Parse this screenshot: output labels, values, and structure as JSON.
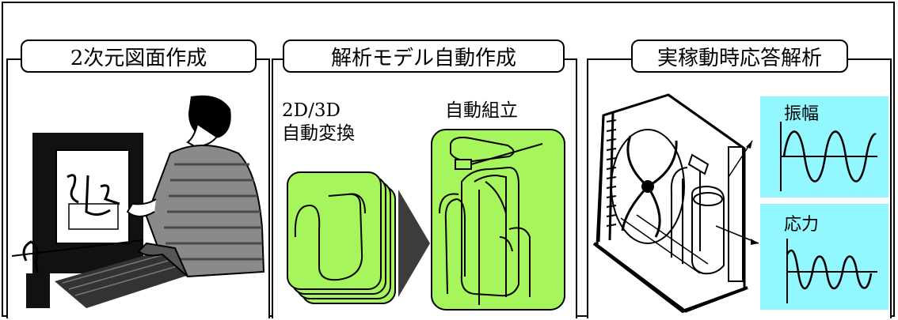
{
  "panels": [
    {
      "title": "2次元図面作成"
    },
    {
      "title": "解析モデル自動作成",
      "left_label": "2D/3D\n自動変換",
      "right_label": "自動組立"
    },
    {
      "title": "実稼動時応答解析",
      "wave_top_label": "振幅",
      "wave_bottom_label": "応力"
    }
  ],
  "colors": {
    "frame": "#000000",
    "model_card": "#a6f55c",
    "wave_box": "#92f7ff",
    "arrow": "#3c3c3c"
  }
}
